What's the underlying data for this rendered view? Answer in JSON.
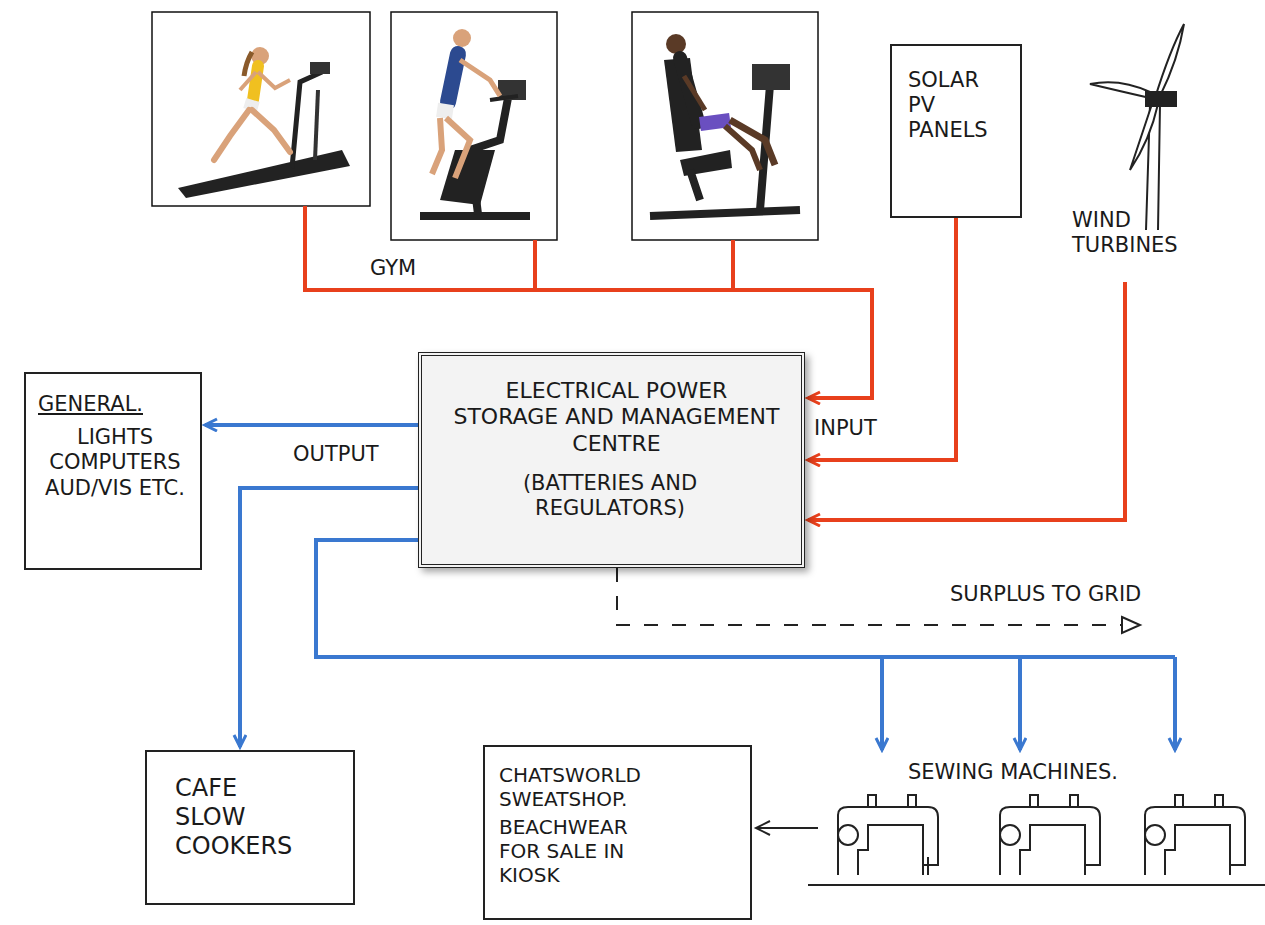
{
  "diagram": {
    "nodes": [
      {
        "text": [
          "SOLAR PV PANELS"
        ]
      },
      {
        "text": [
          "GENERAL.",
          "LIGHTS COMPUTERS AUD/VIS ETC."
        ]
      },
      {
        "text": [
          "ELECTRICAL POWER STORAGE AND MANAGEMENT CENTRE",
          "(BATTERIES AND REGULATORS)"
        ]
      },
      {
        "text": [
          "CAFE SLOW COOKERS"
        ]
      },
      {
        "text": [
          "CHATSWORLD SWEATSHOP.",
          "BEACHWEAR FOR SALE IN KIOSK"
        ]
      }
    ],
    "edges": [
      {
        "from": 0,
        "to": 2,
        "arrow": "to"
      },
      {
        "from": 2,
        "to": 1,
        "arrow": "to"
      },
      {
        "from": 2,
        "to": 3,
        "arrow": "to"
      }
    ],
    "labels": [
      "GYM",
      "WIND TURBINES",
      "INPUT",
      "OUTPUT",
      "SURPLUS TO GRID",
      "SEWING MACHINES."
    ]
  }
}
